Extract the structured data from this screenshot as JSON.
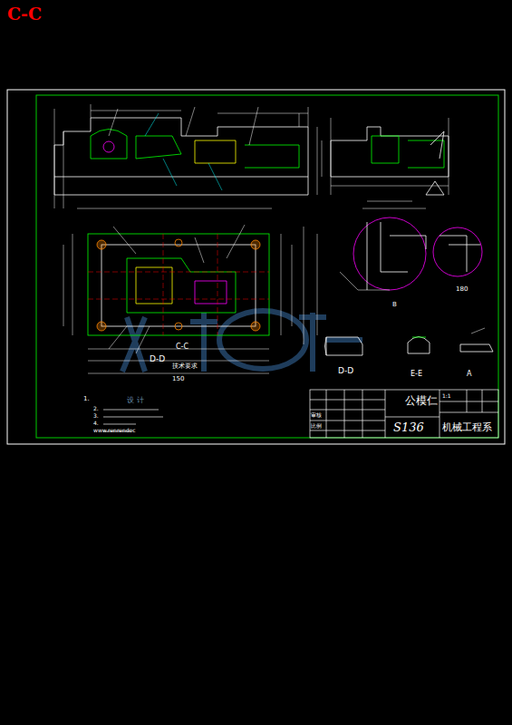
{
  "diagram": {
    "title": "公模仁",
    "nodes": [
      {
        "text": [
          "公模仁",
          "S136",
          "机械工程系"
        ]
      }
    ],
    "labels": [
      "C-C",
      "D-D",
      "C-C",
      "D-D",
      "E-E",
      "A",
      "B",
      "180",
      "150",
      "技术要求",
      "1.",
      "2.",
      "3.",
      "4.",
      "www.renrendoc",
      "设计",
      "审核",
      "比例",
      "1:1"
    ]
  }
}
